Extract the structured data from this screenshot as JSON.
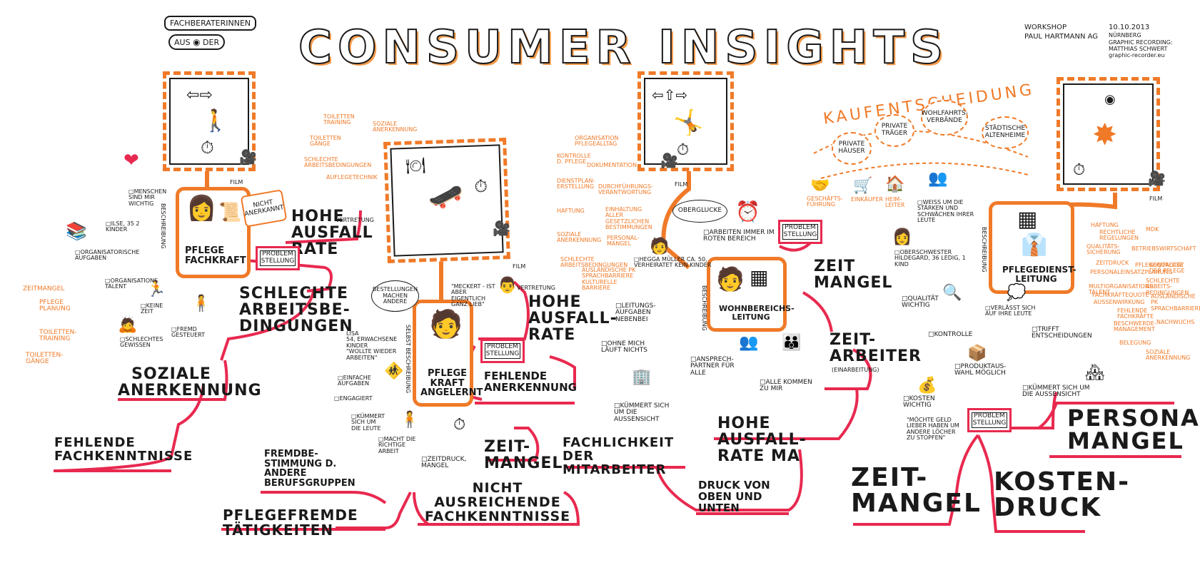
{
  "title": "CONSUMER INSIGHTS",
  "header": {
    "top_label": "FACHBERATERINNEN",
    "aus": "AUS",
    "der": "DER",
    "workshop_line1": "WORKSHOP",
    "workshop_line2": "PAUL HARTMANN AG",
    "date": "10.10.2013",
    "place": "NÜRNBERG",
    "credit1": "GRAPHIC RECORDING:",
    "credit2": "MATTHIAS SCHWERT",
    "credit3": "graphic-recorder.eu"
  },
  "colors": {
    "accent_orange": "#f07a28",
    "problem_red": "#e8294f",
    "ink": "#1a1a1a"
  },
  "section1": {
    "role": "PFLEGE FACHKRAFT",
    "not_recognized": "NICHT ANERKANNT",
    "film": "FILM",
    "beschreibung": "BESCHREIBUNG",
    "problem": "PROBLEM STELLUNG",
    "issues": {
      "ausfall": "HOHE AUSFALL RATE",
      "vertretung": "VERTRETUNG",
      "schlechte": "SCHLECHTE ARBEITSBE-DINGUNGEN",
      "soziale": "SOZIALE ANERKENNUNG",
      "fehlende": "FEHLENDE FACHKENNTNISSE",
      "fremd": "FREMDBE-STIMMUNG D. ANDERE BERUFSGRUPPEN",
      "pflegefremde": "PFLEGEFREMDE TÄTIGKEITEN"
    },
    "notes": {
      "menschen": "MENSCHEN SIND MIR WICHTIG",
      "ilse": "ILSE, 35 2 KINDER",
      "organisatorische": "ORGANISATORISCHE AUFGABEN",
      "organisation": "ORGANISATIONS TALENT",
      "keine_zeit": "KEINE ZEIT",
      "fremd_gesteuert": "FREMD GESTEUERT",
      "gewissen": "SCHLECHTES GEWISSEN"
    },
    "left_tasks": {
      "a": "ZEITMANGEL",
      "b": "PFLEGE PLANUNG",
      "c": "TOILETTEN-TRAINING",
      "d": "TOILETTEN-GÄNGE"
    },
    "orange_tasks": {
      "a": "TOILETTEN TRAINING",
      "b": "TOILETTEN GÄNGE",
      "c": "SCHLECHTE ARBEITSBEDINGUNGEN",
      "d": "SOZIALE ANERKENNUNG",
      "e": "AUFLEGETECHNIK"
    }
  },
  "section2": {
    "role": "PFLEGE KRAFT ANGELERNT",
    "speech": "BESTELLUNGEN MACHEN ANDERE",
    "meckert": "\"MECKERT - IST ABER EIGENTLICH GANZ LIEB\"",
    "film": "FILM",
    "beschreibung": "SELBST BESCHREIBUNG",
    "problem": "PROBLEM STELLUNG",
    "issues": {
      "ausfall": "HOHE AUSFALL-RATE",
      "vertretung": "VERTRETUNG",
      "fehlende": "FEHLENDE ANERKENNUNG",
      "zeit": "ZEIT-MANGEL",
      "nicht": "NICHT AUSREICHENDE FACHKENNTNISSE"
    },
    "notes": {
      "lisa": "LISA\n54, ERWACHSENE KINDER\n\"WOLLTE WIEDER ARBEITEN\"",
      "einfache": "EINFACHE AUFGABEN",
      "engagiert": "ENGAGIERT",
      "kuemmert": "KÜMMERT SICH UM DIE LEUTE",
      "macht": "MACHT DIE RICHTIGE ARBEIT",
      "zeitdruck": "ZEITDRUCK, MANGEL"
    }
  },
  "section3": {
    "role": "WOHNBEREICHS-LEITUNG",
    "obergluecke": "OBERGLUCKE",
    "film": "FILM",
    "beschreibung": "BESCHREIBUNG",
    "problem": "PROBLEM STELLUNG",
    "issues": {
      "zeit": "ZEIT MANGEL",
      "zeitarbeiter": "ZEIT-ARBEITER",
      "einarbeitung": "(EINARBEITUNG)",
      "hohe": "HOHE AUSFALL-RATE MA",
      "fachlich": "FACHLICHKEIT DER MITARBEITER",
      "druck": "DRUCK VON OBEN UND UNTEN"
    },
    "notes": {
      "arbeiten": "ARBEITEN IMMER IM ROTEN BEREICH",
      "hegga": "HEGGA MÜLLER Ca. 50, VERHEIRATET KEIN KINDER",
      "leitungs": "LEITUNGS-AUFGABEN NEBENBEI",
      "ohne": "OHNE MICH LÄUFT NICHTS",
      "ansprech": "ANSPRECH-PARTNER FÜR ALLE",
      "alle": "ALLE KOMMEN ZU MIR",
      "kuemmert": "KÜMMERT SICH UM DIE AUSSENSICHT"
    },
    "orange_tasks": {
      "a": "ORGANISATION PFLEGEALLTAG",
      "b": "KONTROLLE D. PFLEGE",
      "c": "DOKUMENTATION",
      "d": "DIENSTPLAN-ERSTELLUNG",
      "e": "DURCHFÜHRUNGS-VERANTWORTUNG",
      "f": "HAFTUNG",
      "g": "EINHALTUNG ALLER GESETZLICHEN BESTIMMUNGEN",
      "h": "SOZIALE ANERKENNUNG",
      "i": "PERSONAL-MANGEL",
      "j": "SCHLECHTE ARBEITSBEDINGUNGEN",
      "k": "AUSLÄNDISCHE PK SPRACHBARRIERE KULTURELLE BARRIERE"
    }
  },
  "section4": {
    "role": "PFLEGEDIENST-LEITUNG",
    "kaufentscheidung": "KAUFENTSCHEIDUNG",
    "film": "FILM",
    "beschreibung": "BESCHREIBUNG",
    "problem": "PROBLEM STELLUNG",
    "bubbles": {
      "a": "PRIVATE HÄUSER",
      "b": "PRIVATE TRÄGER",
      "c": "WOHLFAHRTS-VERBÄNDE",
      "d": "STÄDTISCHE ALTENHEIME"
    },
    "stakeholders": {
      "a": "GESCHÄFTS-FÜHRUNG",
      "b": "EINKÄUFER",
      "c": "HEIM-LEITER"
    },
    "issues": {
      "personal": "PERSONAL-MANGEL",
      "zeit": "ZEIT-MANGEL",
      "kosten": "KOSTEN-DRUCK"
    },
    "notes": {
      "weiss": "WEISS UM DIE STÄRKEN UND SCHWÄCHEN IHRER LEUTE",
      "ober": "OBERSCHWESTER HILDEGARD, 36 LEDIG, 1 KIND",
      "qualitaet": "QUALITÄT WICHTIG",
      "verlaesst": "VERLÄSST SICH AUF IHRE LEUTE",
      "kontrolle": "KONTROLLE",
      "trifft": "TRIFFT ENTSCHEIDUNGEN",
      "produkt": "PRODUKTAUS-WAHL MÖGLICH",
      "kosten": "KOSTEN WICHTIG",
      "moechte": "\"MÖCHTE GELD LIEBER HABEN UM ANDERE LÖCHER ZU STOPFEN\"",
      "kuemmert": "KÜMMERT SICH UM DIE AUSSENSICHT"
    },
    "orange_tasks": {
      "a": "HAFTUNG",
      "b": "RECHTLICHE REGELUNGEN",
      "c": "MDK",
      "d": "QUALITÄTS-SICHERUNG",
      "e": "BETRIEBSWIRTSCHAFT",
      "f": "ZEITDRUCK",
      "g": "PERSONALEINSATZPLANUNG",
      "h": "PFLEGEQUALITÄT",
      "i": "MULTIORGANISATIONS-TALENT",
      "j": "FACHKRÄFTEQUOTE",
      "k": "AUSSENWIRKUNG",
      "l": "BESCHWERDE-MANAGEMENT",
      "m": "BELEGUNG",
      "n": "SOZIALE ANERKENNUNG",
      "o": "KONTROLLE DER PFLEGE",
      "p": "SCHLECHTE ARBEITS-BEDINGUNGEN",
      "q": "AUSLÄNDISCHE PK SPRACHBARRIERE",
      "r": "FEHLENDE FACHKRÄFTE",
      "s": "NACHWUCHS"
    }
  }
}
